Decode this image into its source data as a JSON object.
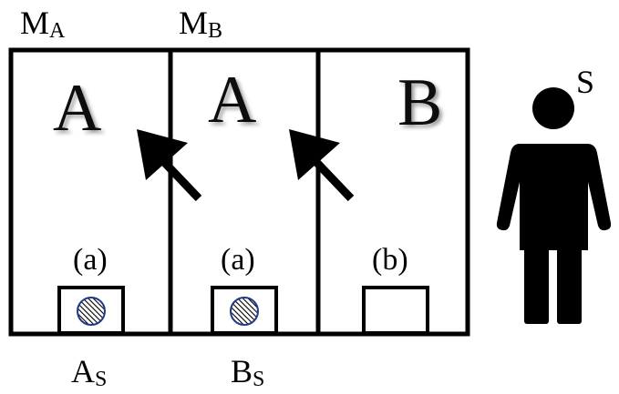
{
  "machines": {
    "ma": {
      "main": "M",
      "sub": "A"
    },
    "mb": {
      "main": "M",
      "sub": "B"
    }
  },
  "panels": [
    {
      "letter": "A",
      "tag": "(a)",
      "has_token": true
    },
    {
      "letter": "A",
      "tag": "(a)",
      "has_token": true
    },
    {
      "letter": "B",
      "tag": "(b)",
      "has_token": false
    }
  ],
  "sensors": {
    "as": {
      "main": "A",
      "sub": "S"
    },
    "bs": {
      "main": "B",
      "sub": "S"
    }
  },
  "subject": {
    "label": "S"
  },
  "colors": {
    "stroke": "#000000",
    "letter": "#111111",
    "token_ring": "#1f3a8a",
    "shadow": "#b0b0b0"
  },
  "icons": {
    "arrow": "arrow-up-left-icon",
    "person": "person-icon",
    "token": "hatched-circle-icon"
  }
}
